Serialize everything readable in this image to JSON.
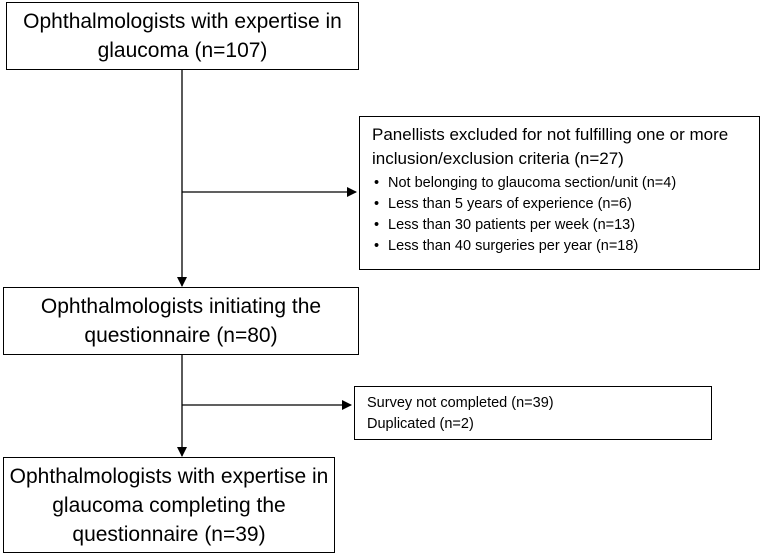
{
  "boxes": {
    "start": "Ophthalmologists with expertise in glaucoma (n=107)",
    "middle": "Ophthalmologists initiating the questionnaire (n=80)",
    "end": "Ophthalmologists with expertise in glaucoma completing the questionnaire (n=39)"
  },
  "exclusion1": {
    "title": "Panellists excluded for not fulfilling one or more inclusion/exclusion criteria (n=27)",
    "items": [
      "Not belonging to glaucoma section/unit (n=4)",
      "Less than 5 years of experience (n=6)",
      "Less than 30 patients per week (n=13)",
      "Less than 40 surgeries per year (n=18)"
    ]
  },
  "exclusion2": {
    "items": [
      "Survey not completed (n=39)",
      "Duplicated (n=2)"
    ]
  }
}
